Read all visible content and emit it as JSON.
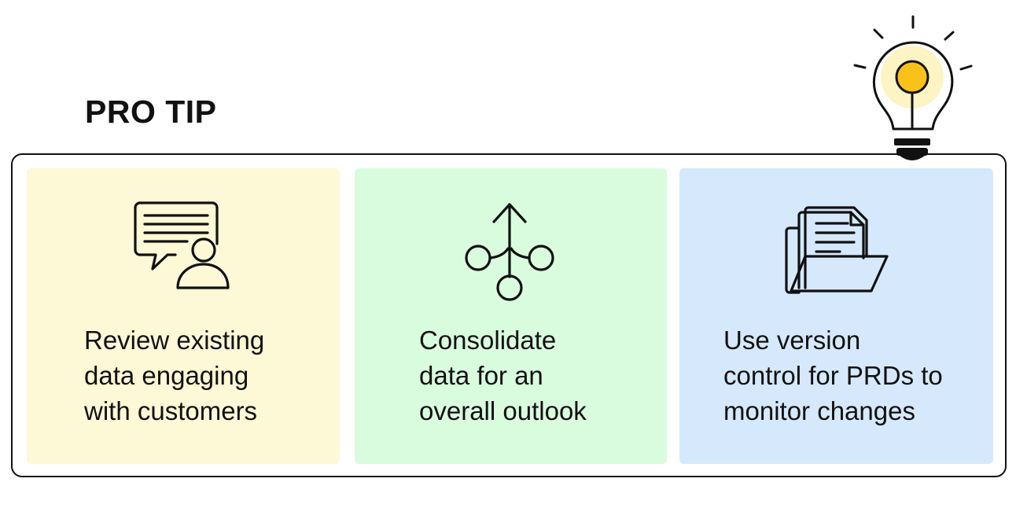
{
  "title": "PRO TIP",
  "colors": {
    "outline": "#111111",
    "bulb_glow": "#fdf4c4",
    "bulb_core": "#f9c21a"
  },
  "tips": [
    {
      "icon": "chat-user-icon",
      "text": "Review existing\ndata engaging\nwith customers",
      "background": "#fdf8d5"
    },
    {
      "icon": "data-merge-icon",
      "text": "Consolidate\ndata for an\noverall outlook",
      "background": "#d9fcdf"
    },
    {
      "icon": "document-folder-icon",
      "text": "Use version\ncontrol for PRDs to\nmonitor changes",
      "background": "#d6e9fc"
    }
  ]
}
